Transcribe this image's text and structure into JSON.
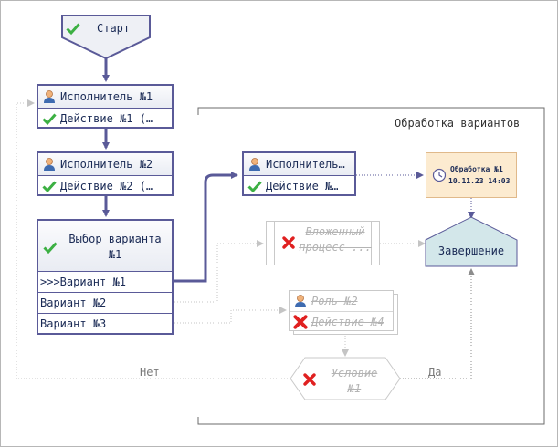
{
  "start": {
    "label": "Старт"
  },
  "block1": {
    "performer": "Исполнитель №1",
    "action": "Действие №1 (…"
  },
  "block2": {
    "performer": "Исполнитель №2",
    "action": "Действие №2 (…"
  },
  "choice": {
    "title_line1": "Выбор варианта",
    "title_line2": "№1",
    "options": [
      ">>>Вариант №1",
      "Вариант №2",
      "Вариант №3"
    ]
  },
  "block3": {
    "performer": "Исполнитель…",
    "action": "Действие №…"
  },
  "nested": {
    "line1": "Вложенный",
    "line2": "процесс ..."
  },
  "role_block": {
    "role": "Роль №2",
    "action": "Действие №4"
  },
  "timer": {
    "title": "Обработка №1",
    "datetime": "10.11.23 14:03"
  },
  "end": {
    "label": "Завершение"
  },
  "condition": {
    "line1": "Условие",
    "line2": "№1"
  },
  "edges": {
    "no": "Нет",
    "yes": "Да"
  },
  "region": {
    "label": "Обработка вариантов"
  },
  "colors": {
    "node_border": "#5a5a98",
    "success": "#3cb043",
    "error": "#e02020",
    "end_fill": "#d3e7ea",
    "timer_fill": "#fcebd0"
  }
}
